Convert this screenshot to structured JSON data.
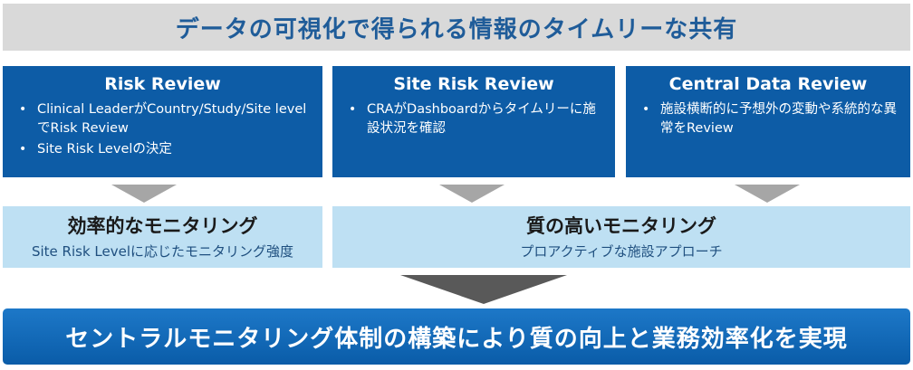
{
  "header": {
    "title": "データの可視化で得られる情報のタイムリーな共有"
  },
  "reviews": [
    {
      "title": "Risk Review",
      "bullets": [
        "Clinical LeaderがCountry/Study/Site levelでRisk Review",
        "Site Risk Levelの決定"
      ]
    },
    {
      "title": "Site Risk Review",
      "bullets": [
        "CRAがDashboardからタイムリーに施設状況を確認"
      ]
    },
    {
      "title": "Central Data Review",
      "bullets": [
        "施設横断的に予想外の変動や系統的な異常をReview"
      ]
    }
  ],
  "monitoring": {
    "efficient": {
      "title": "効率的なモニタリング",
      "subtitle": "Site Risk Levelに応じたモニタリング強度"
    },
    "quality": {
      "title": "質の高いモニタリング",
      "subtitle": "プロアクティブな施設アプローチ"
    }
  },
  "footer": {
    "text": "セントラルモニタリング体制の構築により質の向上と業務効率化を実現"
  },
  "colors": {
    "title_text": "#1f5c99",
    "title_bg": "#d9d9d9",
    "review_bg": "#0d5ca6",
    "monitor_bg": "#bee0f3",
    "footer_bg": "#0a5ca8",
    "arrow_small": "#a6a6a6",
    "arrow_big": "#595959"
  }
}
